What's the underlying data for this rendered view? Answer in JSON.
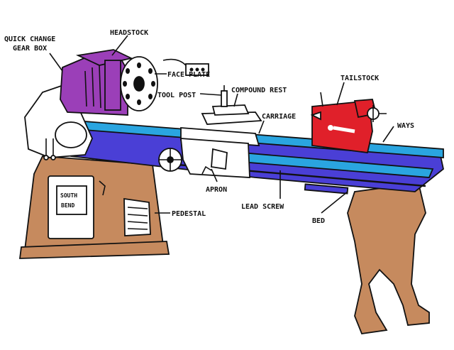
{
  "labels": {
    "quick_change_1": "QUICK CHANGE",
    "quick_change_2": "GEAR BOX",
    "headstock": "HEADSTOCK",
    "face_plate": "FACE PLATE",
    "tool_post": "TOOL POST",
    "compound_rest": "COMPOUND REST",
    "tailstock": "TAILSTOCK",
    "carriage": "CARRIAGE",
    "ways": "WAYS",
    "apron": "APRON",
    "lead_screw": "LEAD SCREW",
    "bed": "BED",
    "pedestal": "PEDESTAL",
    "door_1": "SOUTH",
    "door_2": "BEND"
  },
  "colors": {
    "headstock": "#9b3fb8",
    "bed_body": "#4a3fd6",
    "ways": "#2aa5e0",
    "tailstock": "#e0202a",
    "pedestal": "#c68a5e",
    "machine_white": "#ffffff",
    "outline": "#111111"
  }
}
